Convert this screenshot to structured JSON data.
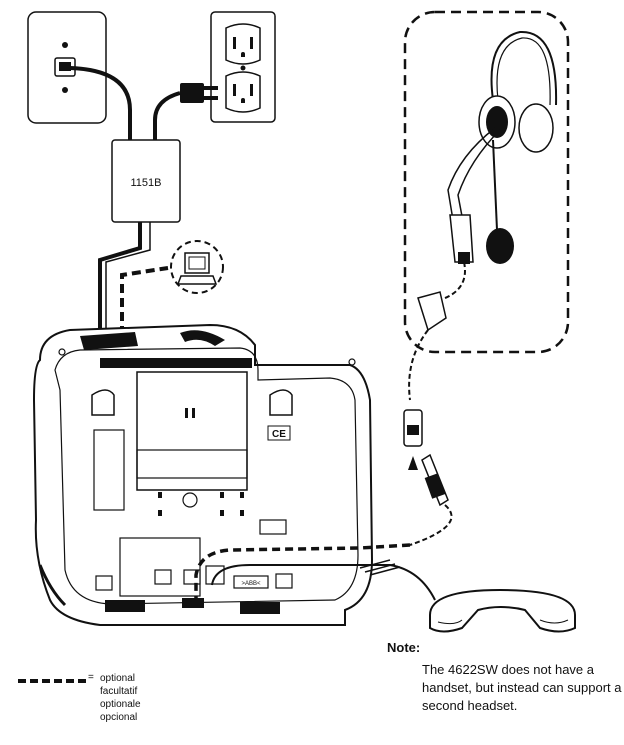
{
  "splitter": {
    "label": "1151B"
  },
  "base": {
    "ce_mark": "CE",
    "port_label": ">ABB<"
  },
  "note": {
    "title": "Note:",
    "text": "The 4622SW does not have a handset, but instead can support a second headset."
  },
  "legend": {
    "symbol": "=",
    "terms": [
      "optional",
      "facultatif",
      "optionale",
      "opcional"
    ]
  },
  "icons": [
    "wall-jack-plate",
    "power-outlet",
    "splitter-box",
    "pc-icon",
    "headset",
    "handset",
    "phone-base"
  ]
}
